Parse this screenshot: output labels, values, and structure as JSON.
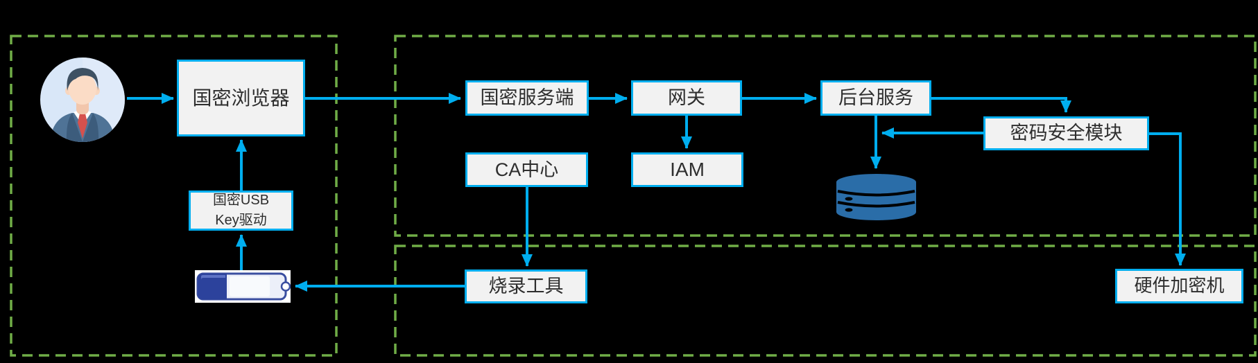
{
  "colors": {
    "background": "#000000",
    "accent_blue": "#00AEEF",
    "zone_dash_green": "#70AD47",
    "node_fill": "#F2F2F2",
    "node_text": "#2E2E2E",
    "database_blue": "#2A6DA8",
    "usb_navy": "#2C429C"
  },
  "nodes": {
    "browser": {
      "label": "国密浏览器"
    },
    "usb_key_driver": {
      "line1": "国密USB",
      "line2": "Key驱动"
    },
    "sm_server": {
      "label": "国密服务端"
    },
    "gateway": {
      "label": "网关"
    },
    "backend": {
      "label": "后台服务"
    },
    "ca_center": {
      "label": "CA中心"
    },
    "iam": {
      "label": "IAM"
    },
    "crypto_module": {
      "label": "密码安全模块"
    },
    "burn_tool": {
      "label": "烧录工具"
    },
    "hsm": {
      "label": "硬件加密机"
    }
  },
  "icons": {
    "user": "user-avatar-icon",
    "database": "database-icon",
    "usb_key": "usb-key-icon"
  }
}
